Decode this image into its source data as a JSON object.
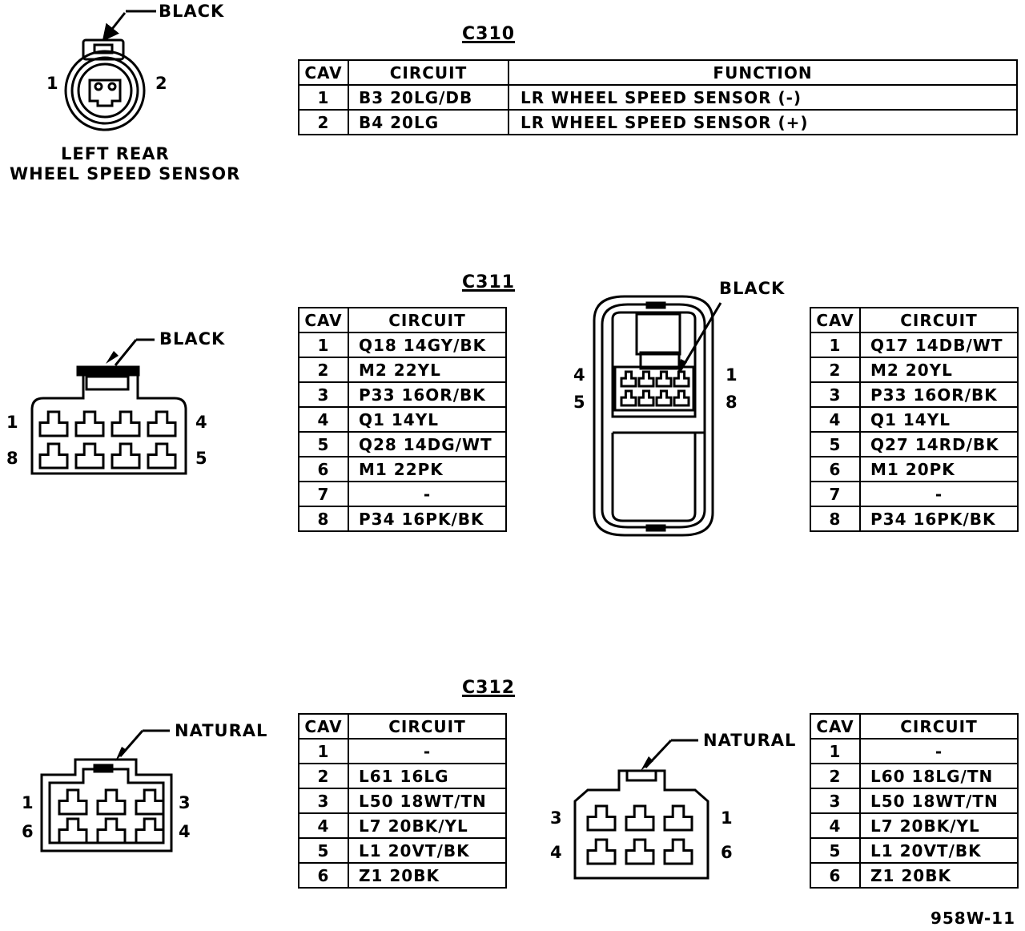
{
  "sensor": {
    "color_label": "BLACK",
    "pin1": "1",
    "pin2": "2",
    "name_line1": "LEFT REAR",
    "name_line2": "WHEEL SPEED SENSOR"
  },
  "c310": {
    "title": "C310",
    "headers": {
      "cav": "CAV",
      "circuit": "CIRCUIT",
      "function": "FUNCTION"
    },
    "rows": [
      {
        "cav": "1",
        "circuit": "B3  20LG/DB",
        "function": "LR WHEEL SPEED SENSOR (-)"
      },
      {
        "cav": "2",
        "circuit": "B4  20LG",
        "function": "LR WHEEL SPEED SENSOR (+)"
      }
    ]
  },
  "c311": {
    "title": "C311",
    "left_color": "BLACK",
    "left_pins": {
      "tl": "1",
      "tr": "4",
      "bl": "8",
      "br": "5"
    },
    "right_color": "BLACK",
    "right_pins": {
      "l1": "4",
      "l2": "5",
      "r1": "1",
      "r2": "8"
    },
    "headers": {
      "cav": "CAV",
      "circuit": "CIRCUIT"
    },
    "left_rows": [
      {
        "cav": "1",
        "circuit": "Q18  14GY/BK"
      },
      {
        "cav": "2",
        "circuit": "M2  22YL"
      },
      {
        "cav": "3",
        "circuit": "P33  16OR/BK"
      },
      {
        "cav": "4",
        "circuit": "Q1  14YL"
      },
      {
        "cav": "5",
        "circuit": "Q28  14DG/WT"
      },
      {
        "cav": "6",
        "circuit": "M1  22PK"
      },
      {
        "cav": "7",
        "circuit": "-"
      },
      {
        "cav": "8",
        "circuit": "P34  16PK/BK"
      }
    ],
    "right_rows": [
      {
        "cav": "1",
        "circuit": "Q17  14DB/WT"
      },
      {
        "cav": "2",
        "circuit": "M2  20YL"
      },
      {
        "cav": "3",
        "circuit": "P33  16OR/BK"
      },
      {
        "cav": "4",
        "circuit": "Q1  14YL"
      },
      {
        "cav": "5",
        "circuit": "Q27  14RD/BK"
      },
      {
        "cav": "6",
        "circuit": "M1  20PK"
      },
      {
        "cav": "7",
        "circuit": "-"
      },
      {
        "cav": "8",
        "circuit": "P34  16PK/BK"
      }
    ]
  },
  "c312": {
    "title": "C312",
    "left_color": "NATURAL",
    "left_pins": {
      "tl": "1",
      "tr": "3",
      "bl": "6",
      "br": "4"
    },
    "right_color": "NATURAL",
    "right_pins": {
      "tl": "3",
      "tr": "1",
      "bl": "4",
      "br": "6"
    },
    "headers": {
      "cav": "CAV",
      "circuit": "CIRCUIT"
    },
    "left_rows": [
      {
        "cav": "1",
        "circuit": "-"
      },
      {
        "cav": "2",
        "circuit": "L61  16LG"
      },
      {
        "cav": "3",
        "circuit": "L50  18WT/TN"
      },
      {
        "cav": "4",
        "circuit": "L7  20BK/YL"
      },
      {
        "cav": "5",
        "circuit": "L1  20VT/BK"
      },
      {
        "cav": "6",
        "circuit": "Z1  20BK"
      }
    ],
    "right_rows": [
      {
        "cav": "1",
        "circuit": "-"
      },
      {
        "cav": "2",
        "circuit": "L60  18LG/TN"
      },
      {
        "cav": "3",
        "circuit": "L50  18WT/TN"
      },
      {
        "cav": "4",
        "circuit": "L7  20BK/YL"
      },
      {
        "cav": "5",
        "circuit": "L1  20VT/BK"
      },
      {
        "cav": "6",
        "circuit": "Z1  20BK"
      }
    ]
  },
  "footer": {
    "code": "958W-11"
  }
}
